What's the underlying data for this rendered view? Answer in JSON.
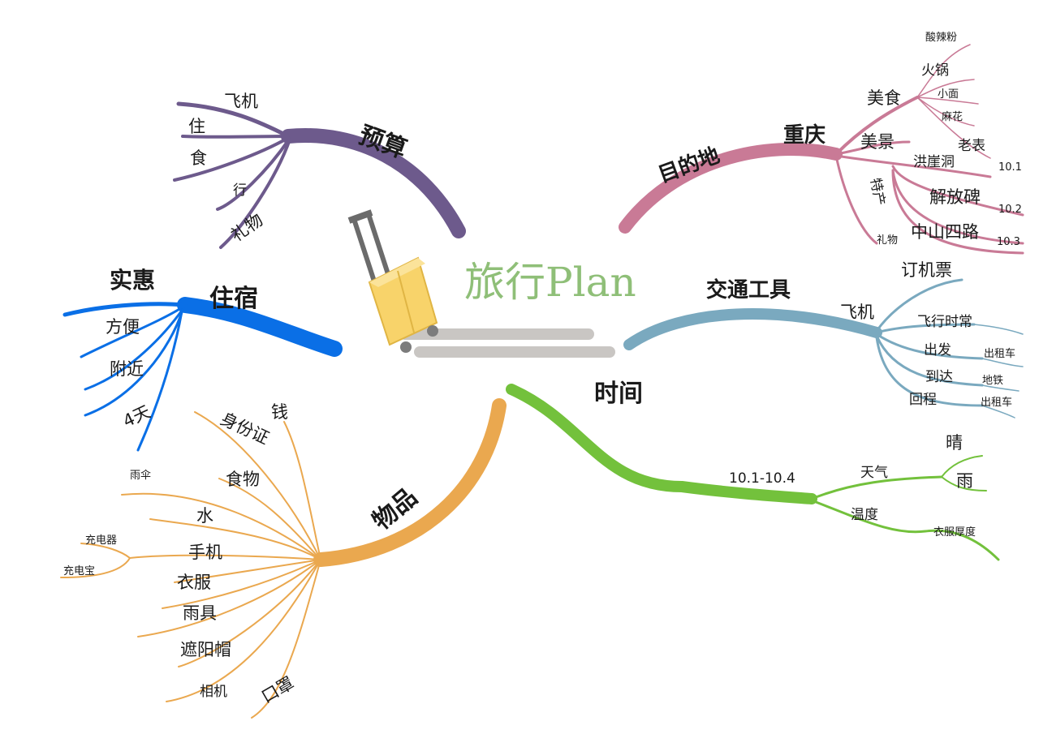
{
  "title": "旅行Plan",
  "colors": {
    "budget": "#6d5a8c",
    "accommodation": "#0a6fe6",
    "items": "#eaa84f",
    "destination": "#c97a96",
    "transport": "#7aa9bf",
    "time": "#73c13c",
    "title": "#8fbf78"
  },
  "budget": {
    "label": "预算",
    "items": [
      "飞机",
      "住",
      "食",
      "行",
      "礼物"
    ]
  },
  "accommodation": {
    "label": "住宿",
    "items": [
      "实惠",
      "方便",
      "附近",
      "4天"
    ]
  },
  "items": {
    "label": "物品",
    "items": [
      "钱",
      "身份证",
      "食物",
      "雨伞",
      "水",
      "充电器",
      "充电宝",
      "手机",
      "衣服",
      "雨具",
      "遮阳帽",
      "相机",
      "口罩"
    ]
  },
  "destination": {
    "label": "目的地",
    "city": "重庆",
    "food": {
      "label": "美食",
      "items": [
        "酸辣粉",
        "火锅",
        "小面",
        "麻花",
        "老表"
      ]
    },
    "scenery": {
      "label": "美景",
      "items": [
        {
          "name": "洪崖洞",
          "date": "10.1"
        },
        {
          "name": "解放碑",
          "date": "10.2"
        },
        {
          "name": "中山四路",
          "date": "10.3"
        }
      ]
    },
    "specialty": {
      "label": "特产",
      "items": [
        "礼物"
      ]
    }
  },
  "transport": {
    "label": "交通工具",
    "top": "订机票",
    "mode": "飞机",
    "details": [
      {
        "name": "飞行时常",
        "note": ""
      },
      {
        "name": "出发",
        "note": "出租车"
      },
      {
        "name": "到达",
        "note": "地铁"
      },
      {
        "name": "回程",
        "note": "出租车"
      }
    ]
  },
  "time": {
    "label": "时间",
    "range": "10.1-10.4",
    "weather": {
      "label": "天气",
      "items": [
        "晴",
        "雨"
      ]
    },
    "temperature": {
      "label": "温度",
      "items": [
        "衣服厚度"
      ]
    }
  }
}
